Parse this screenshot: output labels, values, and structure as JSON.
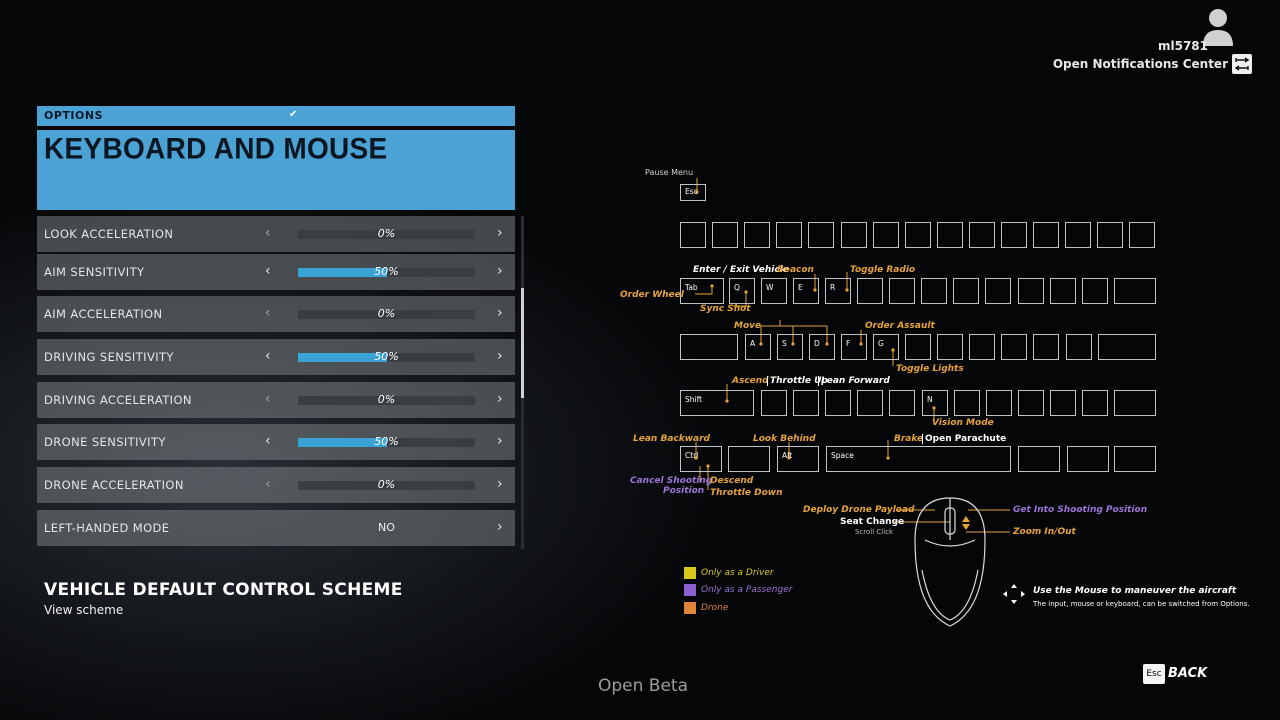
{
  "user": {
    "name": "ml5781",
    "notifications_label": "Open Notifications Center"
  },
  "panel": {
    "section": "OPTIONS",
    "title": "KEYBOARD AND MOUSE",
    "rows": [
      {
        "label": "LOOK ACCELERATION",
        "value": "0%",
        "fill": 0
      },
      {
        "label": "AIM SENSITIVITY",
        "value": "50%",
        "fill": 0.5
      },
      {
        "label": "AIM ACCELERATION",
        "value": "0%",
        "fill": 0
      },
      {
        "label": "DRIVING SENSITIVITY",
        "value": "50%",
        "fill": 0.5
      },
      {
        "label": "DRIVING ACCELERATION",
        "value": "0%",
        "fill": 0
      },
      {
        "label": "DRONE SENSITIVITY",
        "value": "50%",
        "fill": 0.5
      },
      {
        "label": "DRONE ACCELERATION",
        "value": "0%",
        "fill": 0
      },
      {
        "label": "LEFT-HANDED MODE",
        "value": "NO"
      }
    ],
    "scheme_title": "VEHICLE DEFAULT CONTROL SCHEME",
    "scheme_link": "View scheme"
  },
  "footer": {
    "beta": "Open Beta",
    "esc": "Esc",
    "back": "BACK"
  },
  "keyboard": {
    "keys": {
      "esc": "Esc",
      "tab": "Tab",
      "q": "Q",
      "w": "W",
      "e": "E",
      "r": "R",
      "a": "A",
      "s": "S",
      "d": "D",
      "f": "F",
      "g": "G",
      "shift": "Shift",
      "n": "N",
      "ctrl": "Ctrl",
      "alt": "Alt",
      "space": "Space"
    },
    "callouts": {
      "pause_menu": "Pause Menu",
      "enter_exit": "Enter / Exit Vehicle",
      "beacon": "Beacon",
      "toggle_radio": "Toggle Radio",
      "order_wheel": "Order Wheel",
      "sync_shot": "Sync Shot",
      "move": "Move",
      "order_assault": "Order Assault",
      "toggle_lights": "Toggle Lights",
      "ascend": "Ascend",
      "throttle_up": "Throttle Up",
      "lean_forward": "Lean Forward",
      "vision_mode": "Vision Mode",
      "lean_backward": "Lean Backward",
      "look_behind": "Look Behind",
      "brake": "Brake",
      "open_parachute": "Open Parachute",
      "cancel_shooting": "Cancel Shooting",
      "position": "Position",
      "descend": "Descend",
      "throttle_down": "Throttle Down"
    }
  },
  "mouse": {
    "deploy_drone": "Deploy Drone Payload",
    "seat_change": "Seat Change",
    "scroll_click": "Scroll Click",
    "get_into_shooting": "Get Into Shooting Position",
    "zoom": "Zoom In/Out",
    "use_mouse": "Use the Mouse to maneuver the aircraft",
    "switch_note": "The input, mouse or keyboard, can be switched from Options."
  },
  "legend": [
    {
      "label": "Only as a Driver",
      "color": "#d8c81e"
    },
    {
      "label": "Only as a Passenger",
      "color": "#8e5fd0"
    },
    {
      "label": "Drone",
      "color": "#e0843a"
    }
  ]
}
